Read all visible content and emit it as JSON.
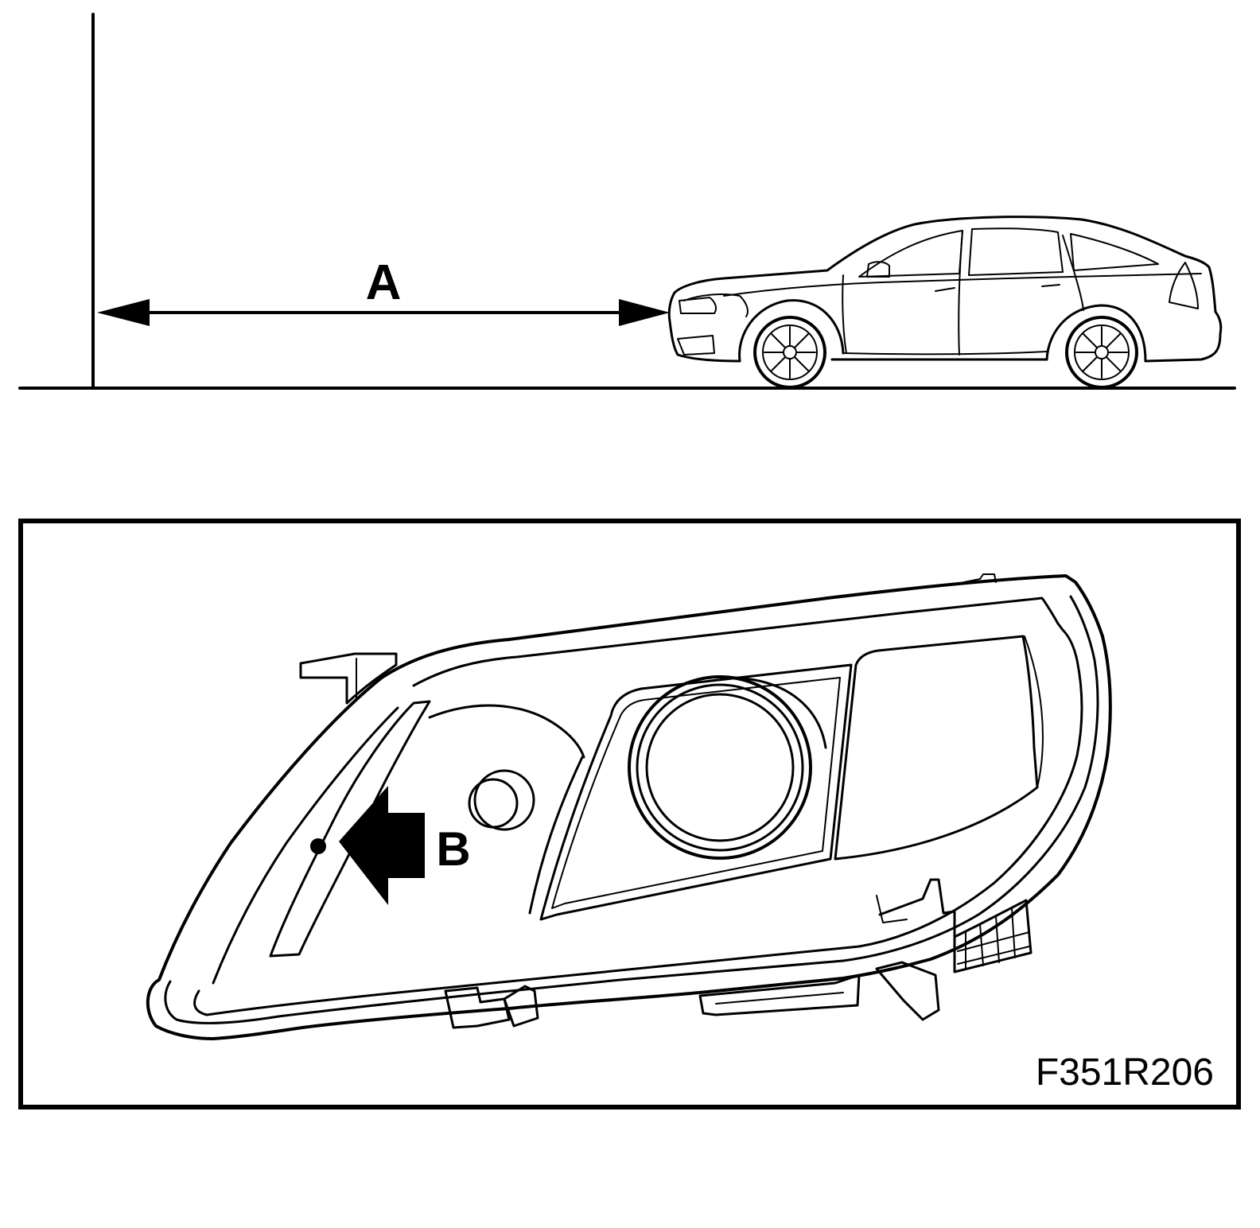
{
  "labels": {
    "distance": "A",
    "aim_mark": "B",
    "figure_code": "F351R206"
  },
  "icons": {
    "car": "car-side-view-icon",
    "headlamp": "headlamp-assembly-icon",
    "arrow": "distance-arrow-icon",
    "pointer": "aim-pointer-arrow-icon"
  },
  "colors": {
    "line": "#000000",
    "background": "#ffffff"
  }
}
